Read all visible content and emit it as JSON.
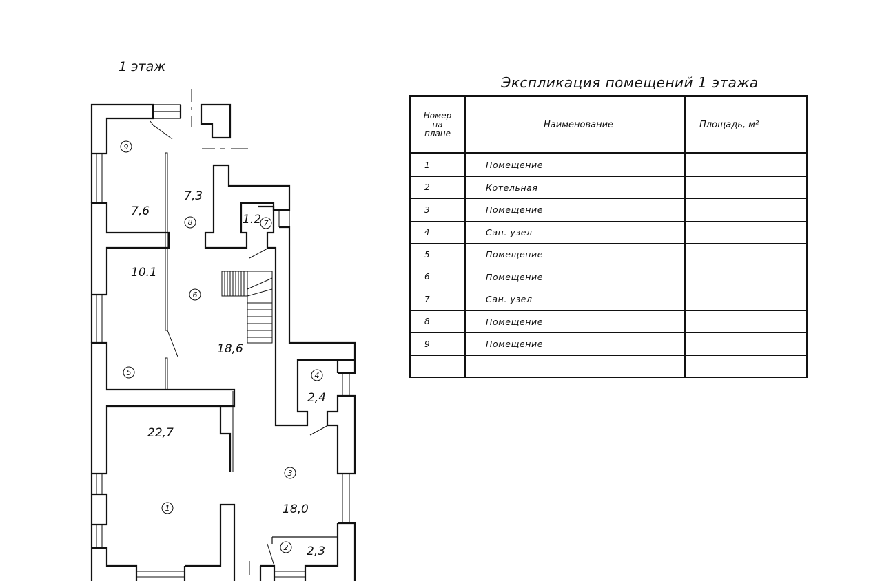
{
  "floor_title": "1 этаж",
  "table_title": "Экспликация помещений 1 этажа",
  "table": {
    "headers": {
      "number": [
        "Номер",
        "на",
        "плане"
      ],
      "name": "Наименование",
      "area": "Площадь, м²"
    },
    "rows": [
      {
        "num": "1",
        "name": "Помещение",
        "area": ""
      },
      {
        "num": "2",
        "name": "Котельная",
        "area": ""
      },
      {
        "num": "3",
        "name": "Помещение",
        "area": ""
      },
      {
        "num": "4",
        "name": "Сан. узел",
        "area": ""
      },
      {
        "num": "5",
        "name": "Помещение",
        "area": ""
      },
      {
        "num": "6",
        "name": "Помещение",
        "area": ""
      },
      {
        "num": "7",
        "name": "Сан. узел",
        "area": ""
      },
      {
        "num": "8",
        "name": "Помещение",
        "area": ""
      },
      {
        "num": "9",
        "name": "Помещение",
        "area": ""
      },
      {
        "num": "",
        "name": "",
        "area": ""
      }
    ]
  },
  "plan": {
    "areas": [
      "7,6",
      "7,3",
      "1.2",
      "10.1",
      "18,6",
      "2,4",
      "22,7",
      "18,0",
      "2,3"
    ],
    "room_numbers": [
      "9",
      "8",
      "7",
      "6",
      "5",
      "4",
      "1",
      "3",
      "2"
    ]
  }
}
